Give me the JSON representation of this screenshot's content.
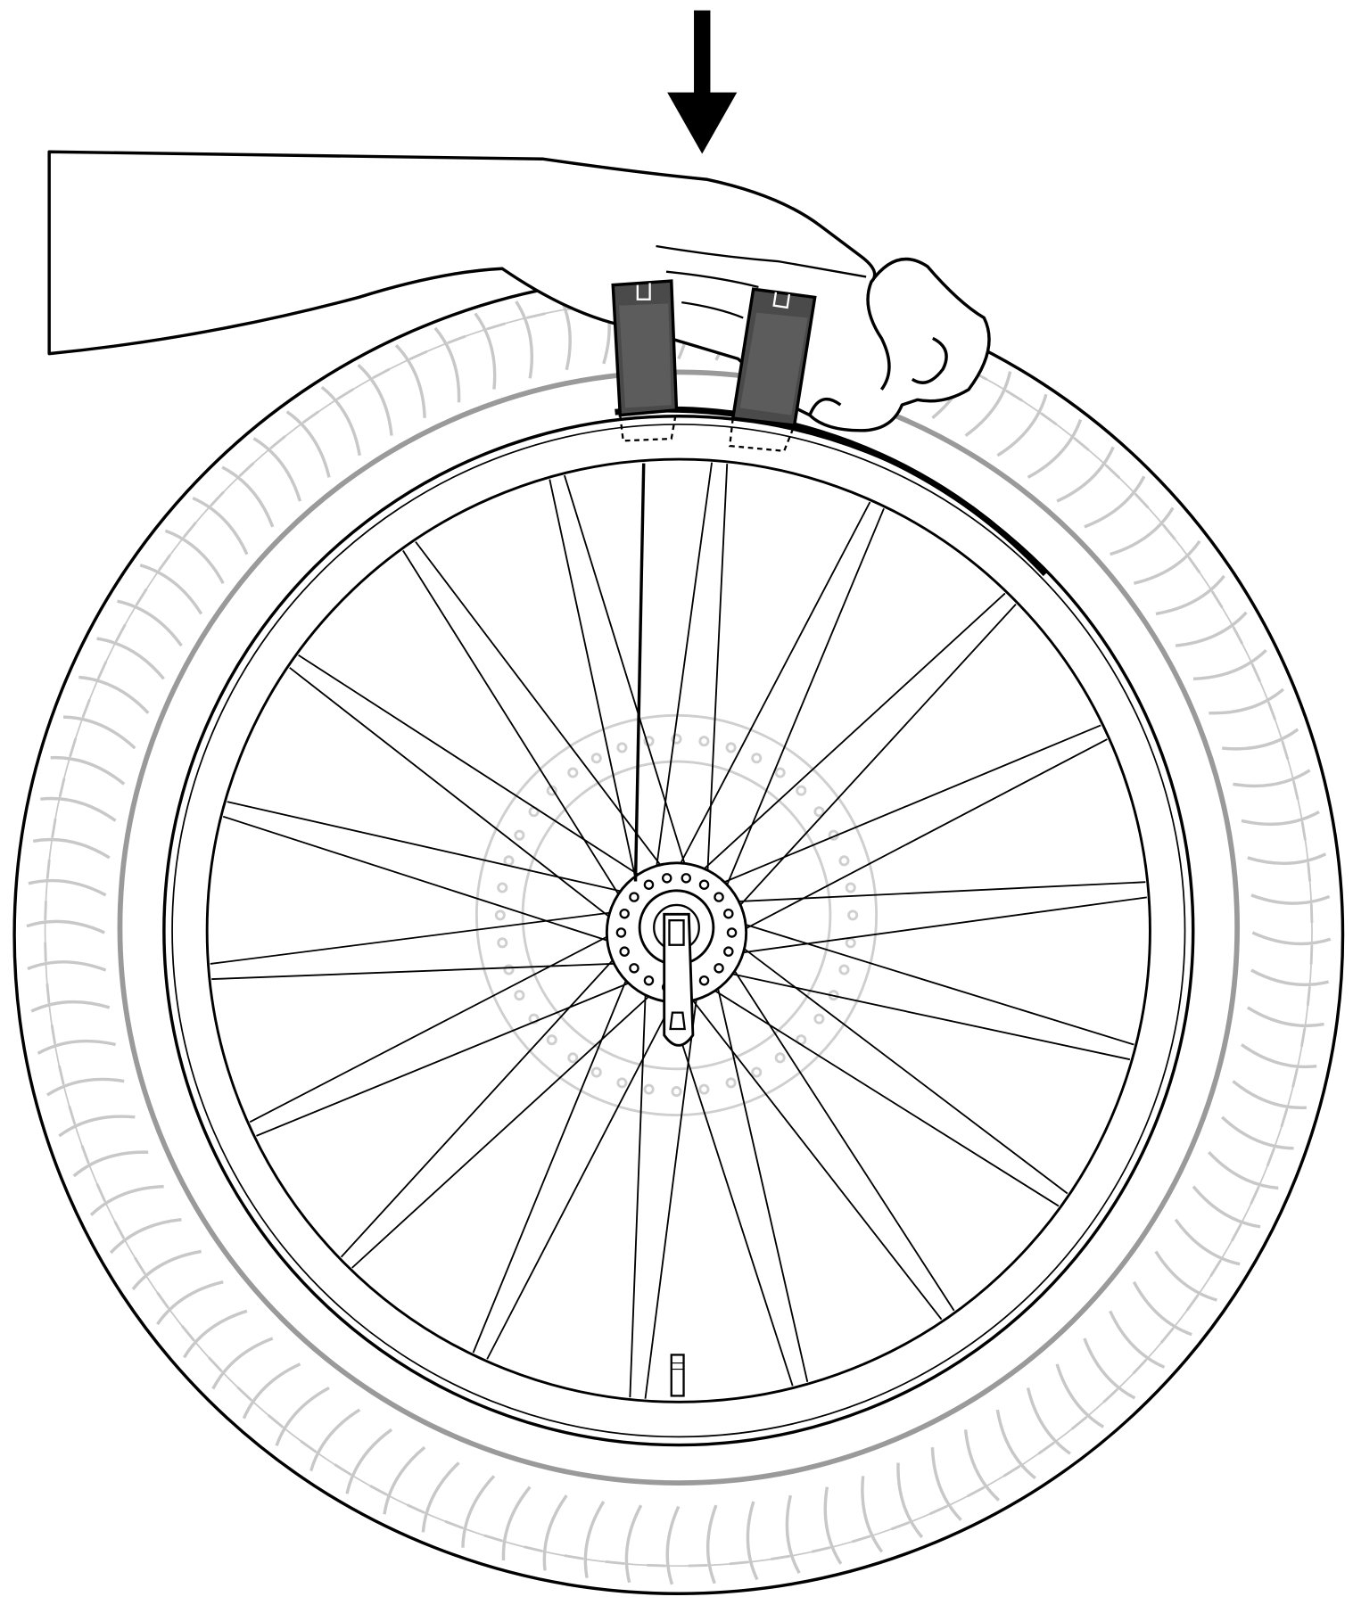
{
  "illustration": {
    "subject": "wheel-with-tire-levers",
    "spoke_count": 36,
    "tire_lever_count": 2,
    "colors": {
      "outline": "#000000",
      "tire_tread": "#c8c8c8",
      "tire_bead_line": "#9a9a9a",
      "rotor": "#cfcfcf",
      "lever": "#4a4a4a",
      "background": "#ffffff"
    },
    "icons": [
      "down-arrow-icon"
    ]
  }
}
